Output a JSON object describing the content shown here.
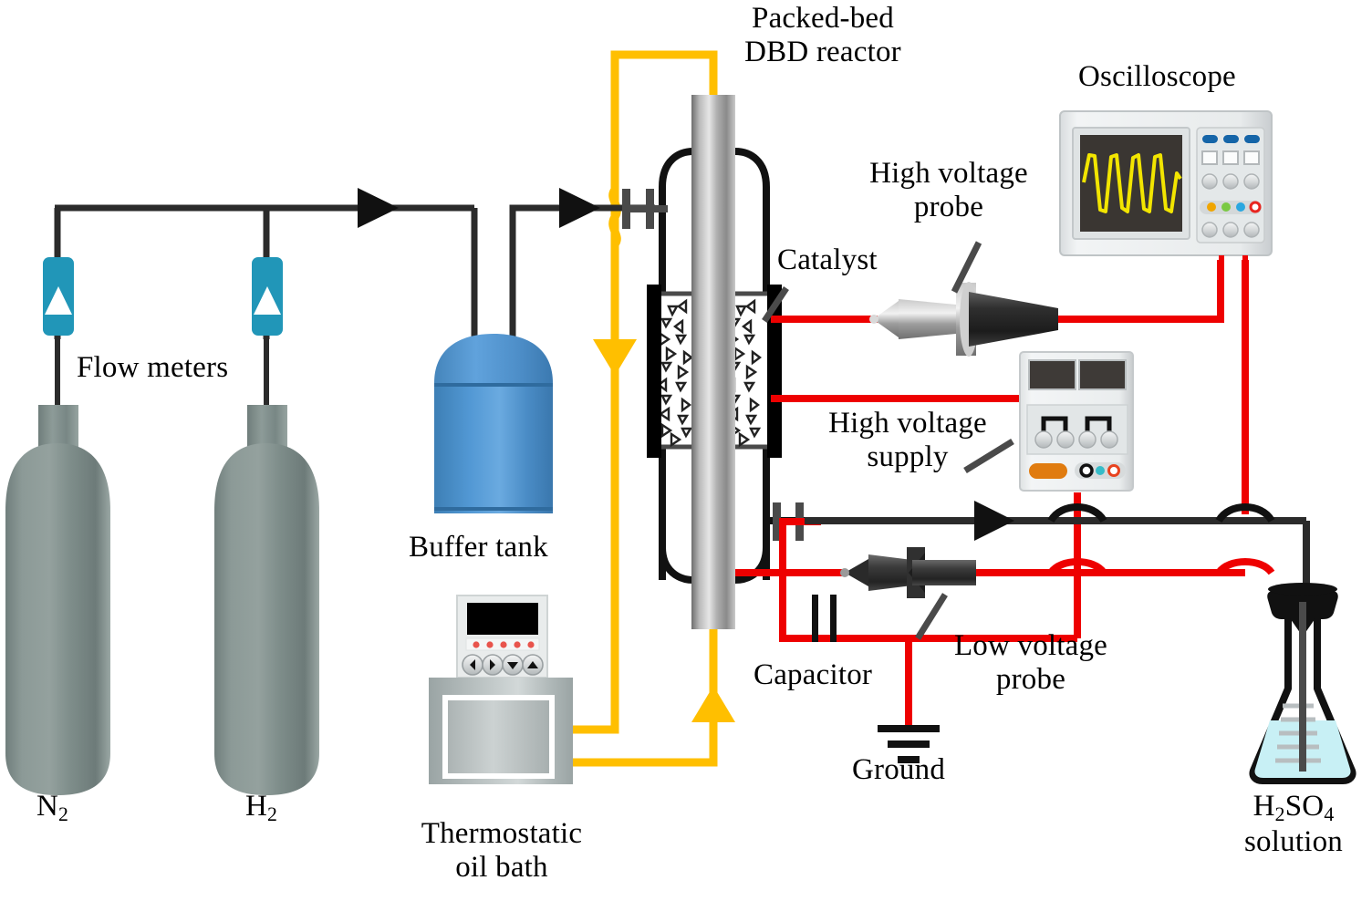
{
  "diagram": {
    "title": "Packed-bed DBD reactor plasma ammonia synthesis schematic",
    "type": "process-flow-schematic"
  },
  "labels": {
    "packed_bed_reactor_l1": "Packed-bed",
    "packed_bed_reactor_l2": "DBD reactor",
    "oscilloscope": "Oscilloscope",
    "high_voltage_probe_l1": "High voltage",
    "high_voltage_probe_l2": "probe",
    "catalyst": "Catalyst",
    "high_voltage_supply_l1": "High voltage",
    "high_voltage_supply_l2": "supply",
    "flow_meters": "Flow meters",
    "buffer_tank": "Buffer tank",
    "thermostatic_oil_bath_l1": "Thermostatic",
    "thermostatic_oil_bath_l2": "oil bath",
    "capacitor": "Capacitor",
    "low_voltage_probe_l1": "Low voltage",
    "low_voltage_probe_l2": "probe",
    "ground": "Ground",
    "cylinder_n2": "N",
    "cylinder_n2_sub": "2",
    "cylinder_h2": "H",
    "cylinder_h2_sub": "2",
    "flask_l1_a": "H",
    "flask_l1_a_sub": "2",
    "flask_l1_b": "SO",
    "flask_l1_b_sub": "4",
    "flask_l2": "solution"
  },
  "colors": {
    "gas_line": "#2b2b2b",
    "oil_line": "#FFBF00",
    "hv_wire": "#ee0000",
    "cylinder_body": "#7d8c8a",
    "flowmeter": "#2196b8",
    "buffer_tank": "#4a8fc7",
    "oil_bath_body": "#aab3b3",
    "scope_case": "#eceeef",
    "scope_screen": "#3a3632",
    "scope_trace": "#f2e500",
    "scope_button_blue": "#1565a8",
    "supply_screen": "#3e3a37",
    "supply_orange": "#e07c10",
    "acid_liquid": "#c8f0f5",
    "background": "#ffffff"
  },
  "components": {
    "flowmeters": [
      {
        "name": "flowmeter-n2",
        "gas": "N2"
      },
      {
        "name": "flowmeter-h2",
        "gas": "H2"
      }
    ],
    "oscilloscope": {
      "screen_trace": "sine-wave",
      "trace_cycles": 5,
      "top_buttons": 3,
      "square_buttons": 3,
      "knob_rows": 2,
      "knobs_per_row": 3,
      "indicator_lights": [
        "orange",
        "green",
        "blue",
        "red"
      ]
    },
    "high_voltage_supply": {
      "displays": 2,
      "knob_pairs": 2,
      "power_button": "orange",
      "indicator_lights": [
        "black",
        "cyan",
        "red"
      ]
    },
    "thermostatic_oil_bath": {
      "display": "black",
      "indicator_lights": 5,
      "arrow_buttons": [
        "left",
        "right",
        "down",
        "up"
      ]
    },
    "flask": {
      "contents": "H2SO4 solution",
      "graduation_marks": 7
    },
    "reactor": {
      "electrode": "center-rod",
      "packed_bed": "catalyst-pellets",
      "ground_electrode": "outer-black-band"
    }
  }
}
